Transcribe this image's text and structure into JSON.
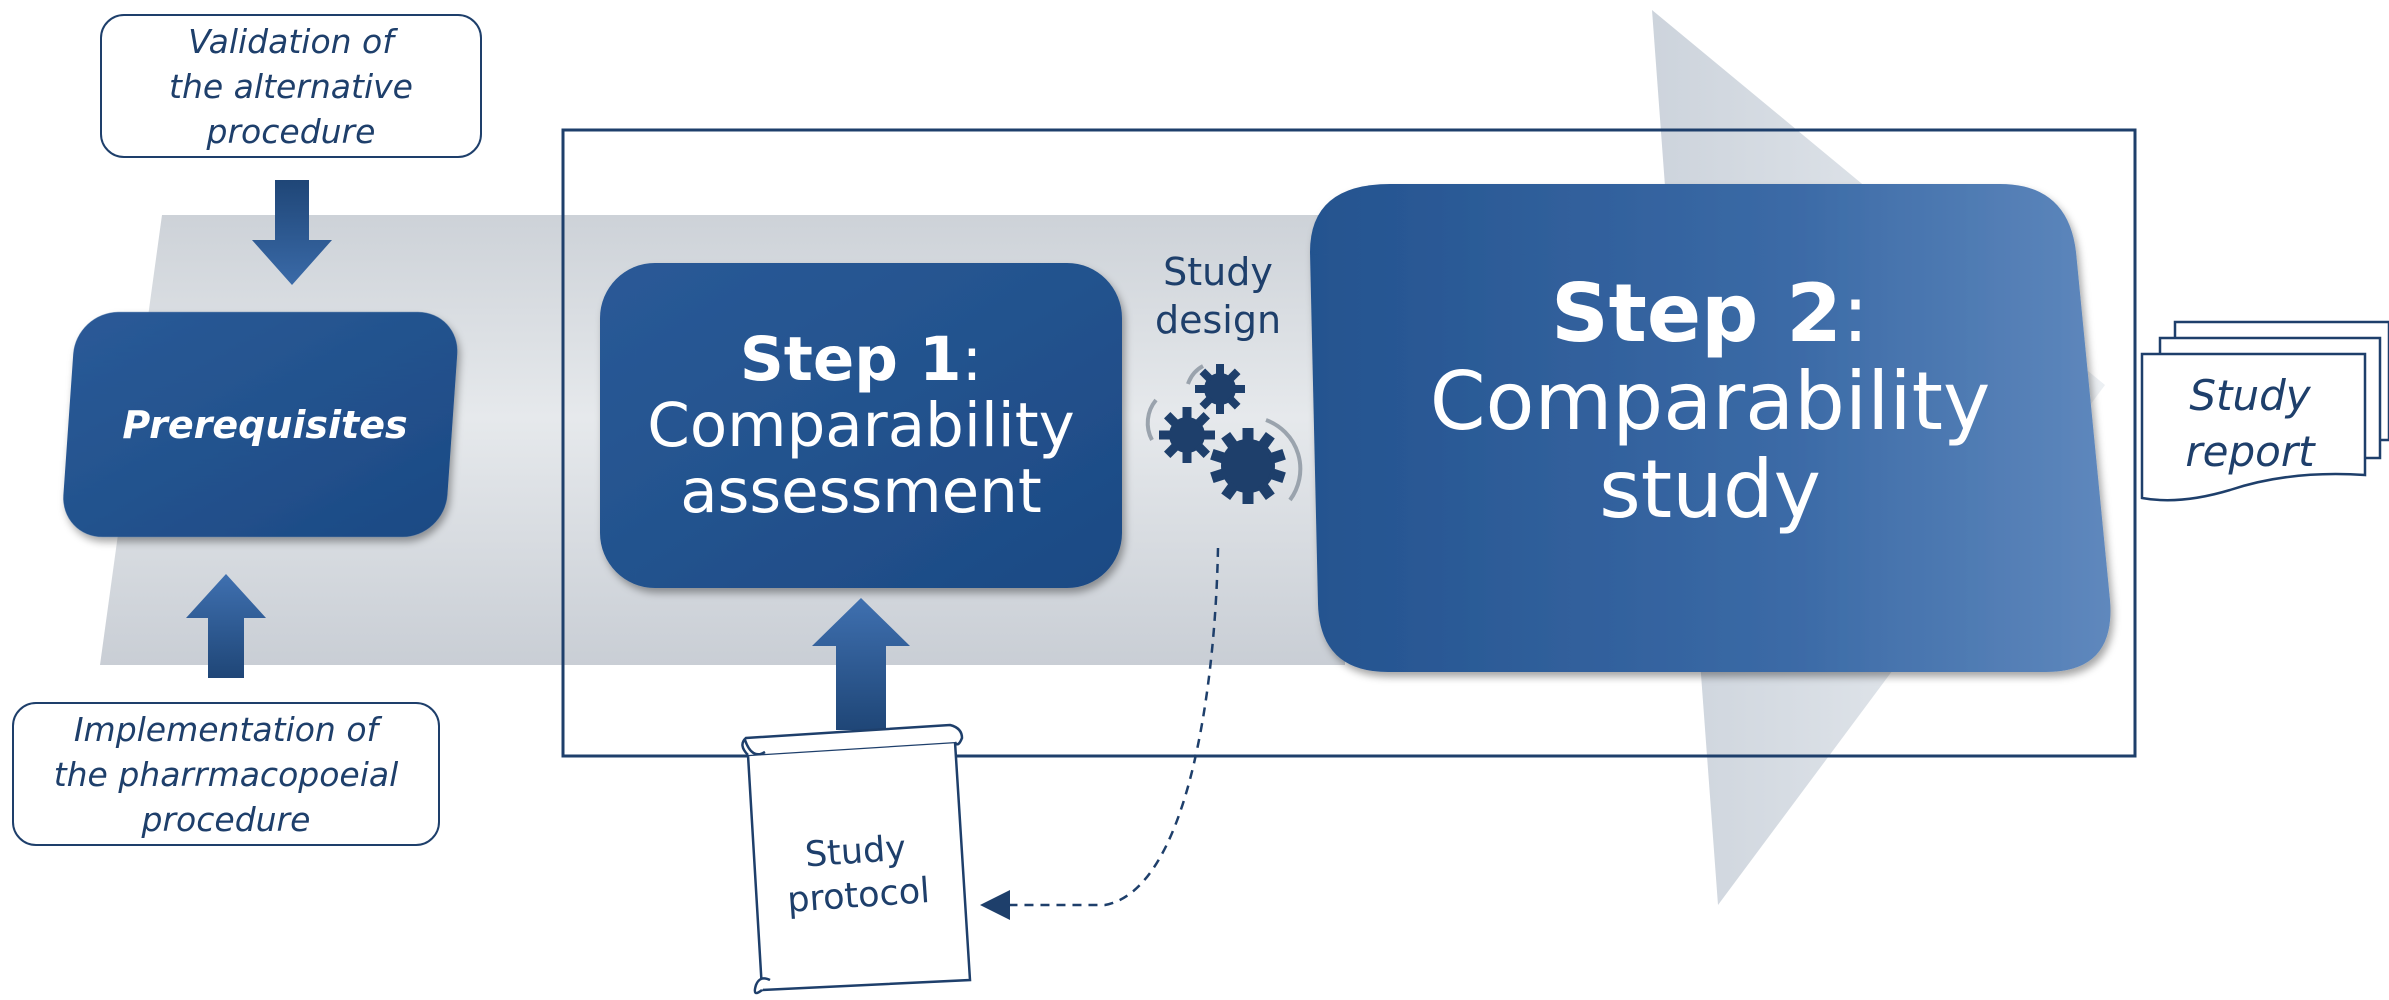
{
  "diagram": {
    "callouts": {
      "validation": [
        "Validation of",
        "the alternative",
        "procedure"
      ],
      "implementation": [
        "Implementation of",
        "the pharrmacopoeial",
        "procedure"
      ]
    },
    "boxes": {
      "prerequisites": "Prerequisites",
      "step1": {
        "title": "Step 1",
        "colon": ":",
        "lines": [
          "Comparability",
          "assessment"
        ]
      },
      "step2": {
        "title": "Step 2",
        "colon": ":",
        "lines": [
          "Comparability",
          "study"
        ]
      }
    },
    "labels": {
      "study_design": [
        "Study",
        "design"
      ],
      "study_protocol": [
        "Study",
        "protocol"
      ],
      "study_report": [
        "Study",
        "report"
      ]
    },
    "colors": {
      "dark_blue": "#1e3f6b",
      "box_blue": "#24548f",
      "band_gray": "#d7dbe0",
      "arrow_gray": "#cfd6de"
    }
  }
}
